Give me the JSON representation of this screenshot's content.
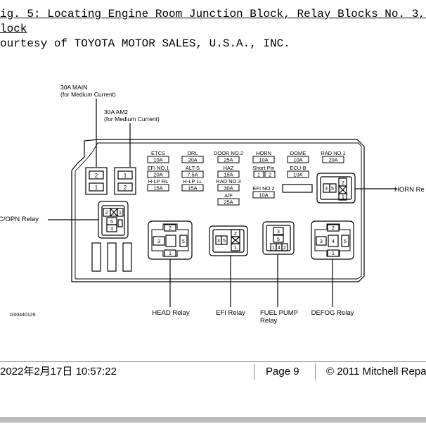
{
  "caption": {
    "line1": "ig. 5: Locating Engine Room Junction Block, Relay Blocks No. 3, 4,",
    "line2": "lock",
    "line3": "ourtesy of TOYOTA MOTOR SALES, U.S.A., INC."
  },
  "diagram": {
    "callouts": {
      "main": [
        "30A MAIN",
        "(for Medium Current)"
      ],
      "am2": [
        "30A AM2",
        "(for Medium Current)"
      ]
    },
    "fuses": [
      {
        "name": "ETCS",
        "value": "10A"
      },
      {
        "name": "DRL",
        "value": "20A"
      },
      {
        "name": "DOOR NO.2",
        "value": "25A"
      },
      {
        "name": "HORN",
        "value": "10A"
      },
      {
        "name": "DOME",
        "value": "10A"
      },
      {
        "name": "RAD NO.1",
        "value": "20A"
      },
      {
        "name": "EFI NO.1",
        "value": "20A"
      },
      {
        "name": "ALT-S",
        "value": "7.5A"
      },
      {
        "name": "HAZ",
        "value": "15A"
      },
      {
        "name": "ECU-B",
        "value": "10A"
      },
      {
        "name": "H-LP RL",
        "value": "15A"
      },
      {
        "name": "H-LP LL",
        "value": "15A"
      },
      {
        "name": "RAD NO.3",
        "value": "30A"
      },
      {
        "name": "A/F",
        "value": "25A"
      },
      {
        "name": "EFI NO.2",
        "value": "10A"
      }
    ],
    "short_pin": {
      "label": "Short Pin",
      "pins": [
        "1",
        "2"
      ]
    },
    "fusible_links": [
      [
        "2",
        "1"
      ],
      [
        "1",
        "2"
      ]
    ],
    "relays": {
      "horn": {
        "label": "HORN Re",
        "pins": [
          "2",
          "3",
          "5",
          "1"
        ]
      },
      "cdsopn": {
        "label": "C/OPN Relay",
        "pins": [
          "2",
          "1",
          "5",
          "3"
        ]
      },
      "head": {
        "label": "HEAD Relay",
        "pins": [
          "2",
          "3",
          "5",
          "1"
        ]
      },
      "efi": {
        "label": "EFI Relay",
        "pins": [
          "2",
          "3",
          "5",
          "1"
        ]
      },
      "fuel": {
        "label": [
          "FUEL PUMP",
          "Relay"
        ],
        "pins": [
          "3",
          "5",
          "1",
          "4",
          "2"
        ]
      },
      "defog": {
        "label": "DEFOG Relay",
        "pins": [
          "2",
          "3",
          "4",
          "5",
          "1"
        ]
      }
    },
    "figure_code": "G00440126"
  },
  "footer": {
    "date": "2022年2月17日  10:57:22",
    "page": "Page 9",
    "copyright": "© 2011 Mitchell Repa"
  }
}
